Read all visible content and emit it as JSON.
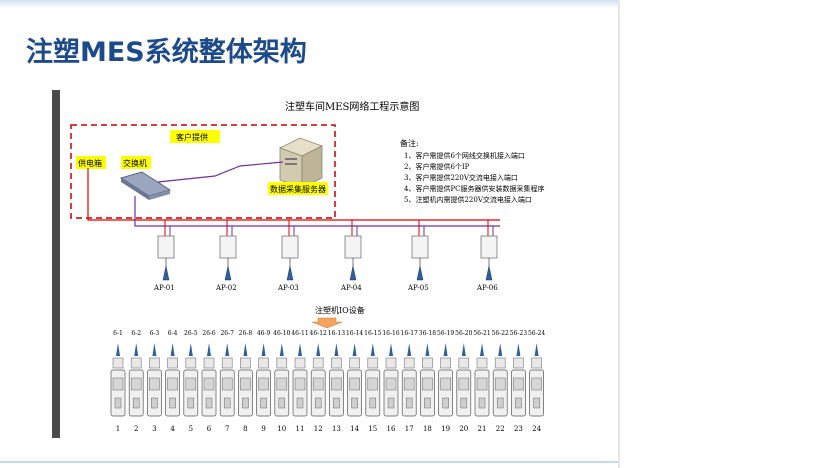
{
  "slide_title": "注塑MES系统整体架构",
  "diagram": {
    "title": "注塑车间MES网络工程示意图",
    "customer_box_label": "客户提供",
    "power_box": "供电箱",
    "switch": "交换机",
    "server": "数据采集服务器",
    "notes_title": "备注:",
    "notes": [
      "1、客户需提供6个网线交换机接入端口",
      "2、客户需提供6个IP",
      "3、客户需提供220V交流电接入端口",
      "4、客户需提供PC服务器供安装数据采集程序",
      "5、注塑机内需提供220V交流电接入端口"
    ],
    "ap_labels": [
      "AP-01",
      "AP-02",
      "AP-03",
      "AP-04",
      "AP-05",
      "AP-06"
    ],
    "device_group_label": "注塑机IO设备",
    "machine_top_labels": [
      "6-1",
      "6-2",
      "6-3",
      "6-4",
      "26-5",
      "26-6",
      "26-7",
      "26-8",
      "46-9",
      "46-10",
      "46-11",
      "46-12",
      "16-13",
      "16-14",
      "16-15",
      "16-16",
      "16-17",
      "36-18",
      "56-19",
      "56-20",
      "56-21",
      "56-22",
      "56-23",
      "56-24"
    ],
    "machine_numbers": [
      "1",
      "2",
      "3",
      "4",
      "5",
      "6",
      "7",
      "8",
      "9",
      "10",
      "11",
      "12",
      "13",
      "14",
      "15",
      "16",
      "17",
      "18",
      "19",
      "20",
      "21",
      "22",
      "23",
      "24"
    ],
    "colors": {
      "dashed_box": "#c00000",
      "power_line": "#e00000",
      "network_line": "#7030a0",
      "label_bg": "#ffff00"
    }
  }
}
